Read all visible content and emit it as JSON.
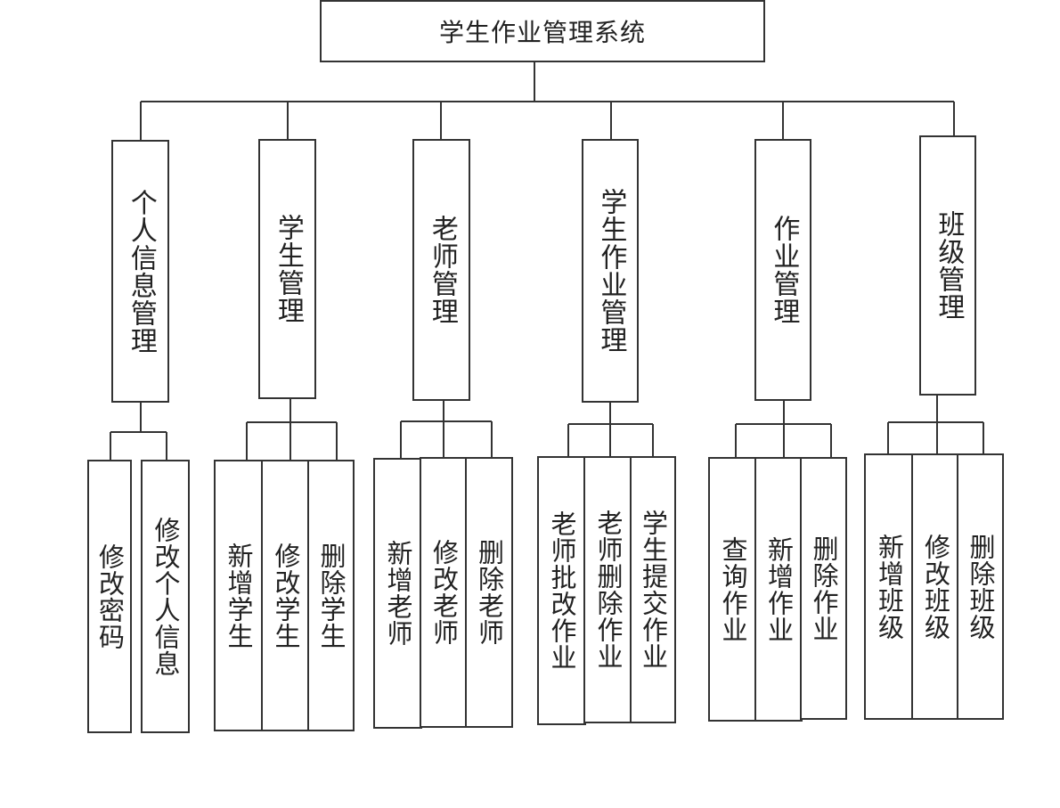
{
  "diagram": {
    "root": {
      "label": "学生作业管理系统"
    },
    "modules": [
      {
        "label": "个人信息管理",
        "children": [
          "修改密码",
          "修改个人信息"
        ]
      },
      {
        "label": "学生管理",
        "children": [
          "新增学生",
          "修改学生",
          "删除学生"
        ]
      },
      {
        "label": "老师管理",
        "children": [
          "新增老师",
          "修改老师",
          "删除老师"
        ]
      },
      {
        "label": "学生作业管理",
        "children": [
          "老师批改作业",
          "老师删除作业",
          "学生提交作业"
        ]
      },
      {
        "label": "作业管理",
        "children": [
          "查询作业",
          "新增作业",
          "删除作业"
        ]
      },
      {
        "label": "班级管理",
        "children": [
          "新增班级",
          "修改班级",
          "删除班级"
        ]
      }
    ],
    "colors": {
      "line": "#333333",
      "box_border": "#333333",
      "text": "#222222",
      "background": "#ffffff"
    }
  }
}
